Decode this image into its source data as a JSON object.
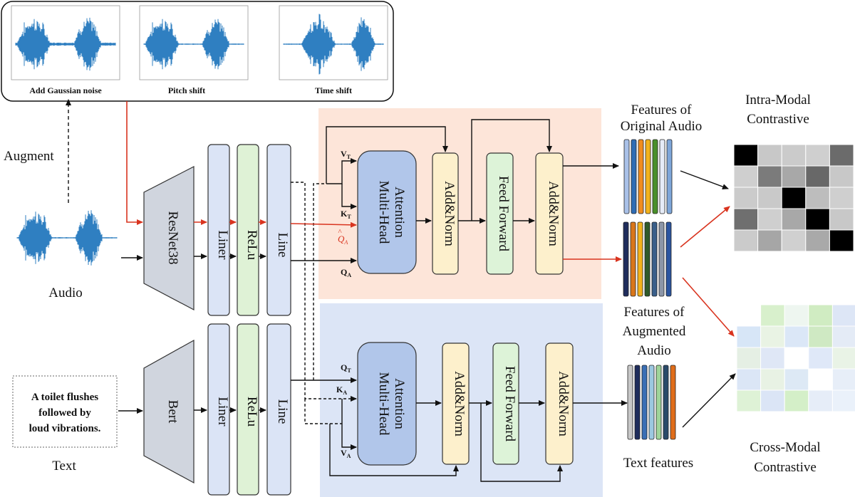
{
  "augment_panel": {
    "items": [
      {
        "label": "Add Gaussian noise"
      },
      {
        "label": "Pitch shift"
      },
      {
        "label": "Time shift"
      }
    ]
  },
  "labels": {
    "augment": "Augment",
    "audio": "Audio",
    "text": "Text",
    "text_box": [
      "A toilet flushes",
      "followed by",
      "loud vibrations."
    ]
  },
  "encoders": {
    "audio": "ResNet38",
    "text": "Bert"
  },
  "layers": {
    "liner": "Liner",
    "relu": "ReLu",
    "line": "Line"
  },
  "blocks": {
    "attention": [
      "Multi-Head",
      "Attention"
    ],
    "add_norm": "Add&Norm",
    "feed_forward": "Feed Forward"
  },
  "inputs": {
    "vt": "V",
    "vt_sub": "T",
    "kt": "K",
    "kt_sub": "T",
    "qa_hat": "Q",
    "qa_hat_sub": "A",
    "qa": "Q",
    "qa_sub": "A",
    "qt": "Q",
    "qt_sub": "T",
    "ka": "K",
    "ka_sub": "A",
    "va": "V",
    "va_sub": "A"
  },
  "features": {
    "original": [
      "Features  of",
      "Original Audio"
    ],
    "augmented": [
      "Features of",
      "Augmented",
      "Audio"
    ],
    "text": "Text features"
  },
  "contrastive": {
    "intra": [
      "Intra-Modal",
      "Contrastive"
    ],
    "cross": [
      "Cross-Modal",
      "Contrastive"
    ]
  },
  "colors": {
    "audio_panel": "#fde5d9",
    "text_panel": "#dce5f6",
    "attention_fill": "#b1c6ea",
    "addnorm_fill": "#fdf0cc",
    "feedforward_fill": "#ddf3d8",
    "layer_blue": "#dbe4f6",
    "layer_green": "#dff2d6",
    "encoder_gray": "#d0d5de",
    "waveform": "#2f7fc1",
    "red_arrow": "#d9341f"
  },
  "feature_bars": {
    "original": [
      "#a9c1e8",
      "#2f6db5",
      "#f08c1e",
      "#f2b21b",
      "#4a8f2a",
      "#e6ecf8",
      "#7ea6d9"
    ],
    "augmented": [
      "#1f2d5c",
      "#d9761a",
      "#f2b21b",
      "#2f5a2a",
      "#3a5f8a",
      "#8c96a8",
      "#2b55a0"
    ],
    "text": [
      "#c8c8c8",
      "#1f2d5c",
      "#3a6fb5",
      "#9cc8e0",
      "#9fd49a",
      "#2a4a6a",
      "#e06d1a"
    ]
  },
  "intra_matrix": [
    [
      "#000000",
      "#c8c8c8",
      "#cbcbcb",
      "#cfcfcf",
      "#6b6b6b"
    ],
    [
      "#cfcfcf",
      "#7b7b7b",
      "#a8a8a8",
      "#686868",
      "#c8c8c8"
    ],
    [
      "#cbcbcb",
      "#c9c9c9",
      "#000000",
      "#bdbdbd",
      "#cfcfcf"
    ],
    [
      "#6f6f6f",
      "#cfcfcf",
      "#a8a8a8",
      "#000000",
      "#c8c8c8"
    ],
    [
      "#cbcbcb",
      "#a6a6a6",
      "#d0d0d0",
      "#a9a9a9",
      "#000000"
    ]
  ],
  "cross_matrix": [
    [
      "#ffffff",
      "#d8f0cc",
      "#eef6f0",
      "#d0ecc2",
      "#dde6f6"
    ],
    [
      "#d7e6f7",
      "#e9f3e4",
      "#dbe7f7",
      "#cfe9c3",
      "#e4ebf6"
    ],
    [
      "#e5efe4",
      "#dfe7f6",
      "#ffffff",
      "#dfe8f8",
      "#e9f3e6"
    ],
    [
      "#dbe6f6",
      "#e8f2e4",
      "#dde9f5",
      "#ffffff",
      "#e7eef8"
    ],
    [
      "#def2d6",
      "#dbe5f6",
      "#d4efc8",
      "#e6edf8",
      "#eaf1fa"
    ]
  ]
}
